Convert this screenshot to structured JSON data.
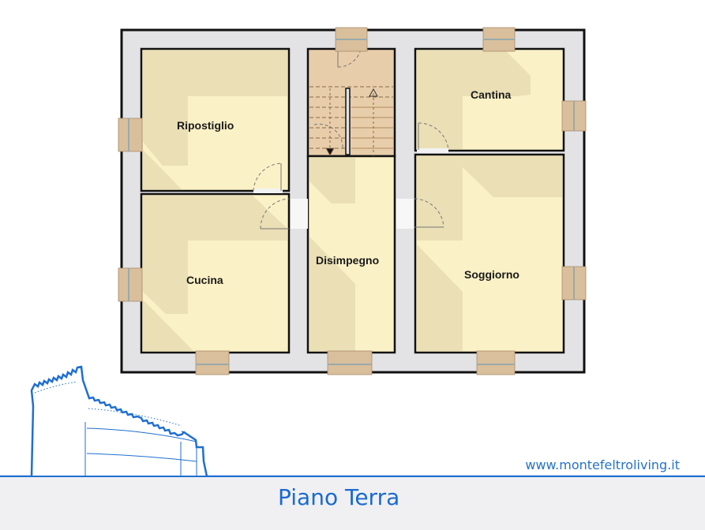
{
  "floor_plan": {
    "title": "Piano Terra",
    "website": "www.montefeltroliving.it",
    "rooms": [
      {
        "id": "ripostiglio",
        "label": "Ripostiglio"
      },
      {
        "id": "cucina",
        "label": "Cucina"
      },
      {
        "id": "disimpegno",
        "label": "Disimpegno"
      },
      {
        "id": "cantina",
        "label": "Cantina"
      },
      {
        "id": "soggiorno",
        "label": "Soggiorno"
      },
      {
        "id": "stairs",
        "label": ""
      }
    ],
    "colors": {
      "wall_fill": "#e3e3e6",
      "wall_stroke": "#111111",
      "room_fill": "#fbf1c6",
      "room_shadow": "#e6dbb0",
      "stair_fill": "#e8cdaa",
      "window_fill": "#d9bf9c",
      "brand_blue": "#1f6fd1",
      "footer_bg": "#f0f0f2"
    }
  },
  "logo": {
    "name": "castle-fortress-outline"
  }
}
